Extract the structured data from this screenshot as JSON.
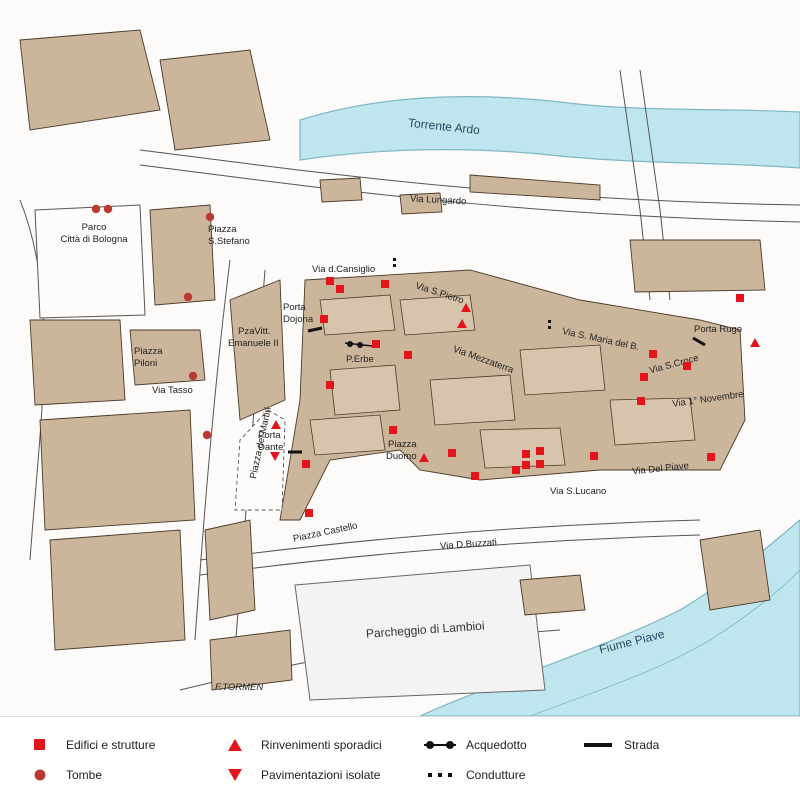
{
  "map": {
    "colors": {
      "building": "#cbb69c",
      "building_outline": "#4a3a2a",
      "river": "#bfe6ee",
      "river_edge": "#7fb6c6",
      "finding_red": "#e4141b",
      "tomb_red": "#b83a32",
      "background": "#fcfbf9"
    },
    "rivers": {
      "ardo": "Torrente Ardo",
      "piave": "Fiume Piave"
    },
    "labels": {
      "via_lungardo": "Via Lungardo",
      "parco_1": "Parco",
      "parco_2": "Città di Bologna",
      "piazza_stefano_1": "Piazza",
      "piazza_stefano_2": "S.Stefano",
      "via_cansiglio": "Via d.Cansiglio",
      "via_pietro": "Via S.Pietro",
      "porta_dojona_1": "Porta",
      "porta_dojona_2": "Dojona",
      "pzavitt_1": "PzaVitt.",
      "pzavitt_2": "Emanuele II",
      "piazza_piloni_1": "Piazza",
      "piazza_piloni_2": "Piloni",
      "perbe": "P.Erbe",
      "via_mezzaterra": "Via Mezzaterra",
      "via_maria": "Via S. Maria del B.",
      "porta_rugo": "Porta Rugo",
      "via_croce": "Via S.Croce",
      "via_tasso": "Via Tasso",
      "via_novembre": "Via 1° Novembre",
      "porta_dante_1": "Porta",
      "porta_dante_2": "Dante",
      "piazza_martiri": "Piazza dei Martiri",
      "piazza_duomo_1": "Piazza",
      "piazza_duomo_2": "Duomo",
      "via_lucano": "Via S.Lucano",
      "via_piave": "Via Del Piave",
      "piazza_castello": "Piazza Castello",
      "via_buzzati": "Via D.Buzzati",
      "parcheggio": "Parcheggio di Lambioi",
      "author": "F.TORMEN"
    }
  },
  "legend": {
    "items": [
      {
        "label": "Edifici e strutture",
        "symbol": "red-square"
      },
      {
        "label": "Tombe",
        "symbol": "red-circle"
      },
      {
        "label": "Rinvenimenti sporadici",
        "symbol": "red-triangle-up"
      },
      {
        "label": "Pavimentazioni isolate",
        "symbol": "red-triangle-down"
      },
      {
        "label": "Acquedotto",
        "symbol": "line-with-dots"
      },
      {
        "label": "Condutture",
        "symbol": "dotted-line"
      },
      {
        "label": "Strada",
        "symbol": "thick-black-line"
      }
    ]
  }
}
